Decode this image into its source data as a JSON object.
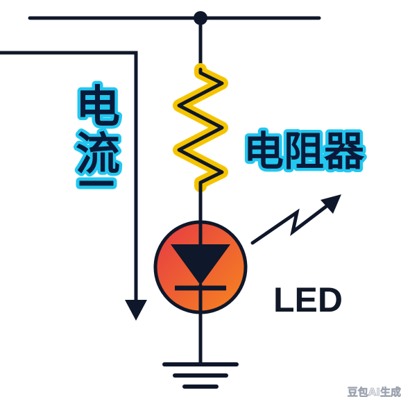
{
  "labels": {
    "current_char_1": "电",
    "current_char_2": "流",
    "resistor": "电阻器",
    "led": "LED",
    "watermark": "豆包AI生成"
  },
  "colors": {
    "wire": "#0f172a",
    "resistor_glow": "#f5c400",
    "label_outline": "#22c7f0",
    "led_fill_start": "#e8323c",
    "led_fill_end": "#f58220",
    "background": "#ffffff"
  },
  "icons": [
    "diode-symbol",
    "light-emission-arrow",
    "ground-symbol",
    "current-direction-arrow",
    "junction-dot"
  ]
}
